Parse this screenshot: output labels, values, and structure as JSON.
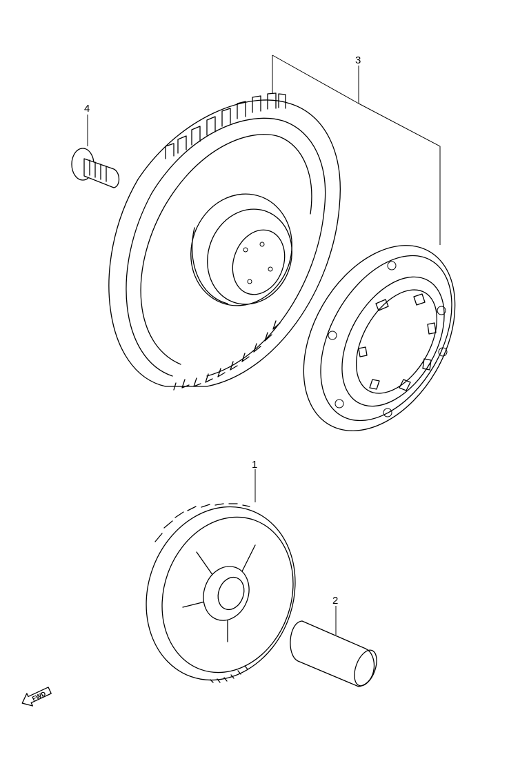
{
  "callouts": [
    {
      "id": "1",
      "label": "1"
    },
    {
      "id": "2",
      "label": "2"
    },
    {
      "id": "3",
      "label": "3"
    },
    {
      "id": "4",
      "label": "4"
    }
  ],
  "direction_indicator": {
    "label": "FWD",
    "icon": "arrow-left-icon"
  },
  "colors": {
    "line": "#000000",
    "background": "#ffffff"
  }
}
